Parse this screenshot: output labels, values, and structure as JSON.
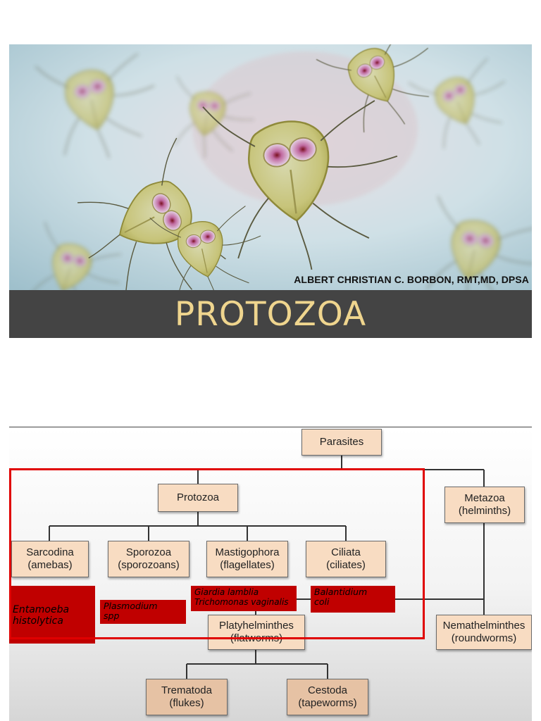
{
  "slide1": {
    "author": "ALBERT CHRISTIAN C. BORBON, RMT,MD, DPSA",
    "title": "PROTOZOA",
    "title_color": "#efd58e",
    "bar_color": "#444444"
  },
  "diagram": {
    "nodes": {
      "parasites": "Parasites",
      "protozoa": "Protozoa",
      "metazoa": "Metazoa\n(helminths)",
      "sarcodina": "Sarcodina\n(amebas)",
      "sporozoa": "Sporozoa\n(sporozoans)",
      "mastigophora": "Mastigophora\n(flagellates)",
      "ciliata": "Ciliata\n(ciliates)",
      "platyhelminthes": "Platyhelminthes\n(flatworms)",
      "nemathelminthes": "Nemathelminthes\n(roundworms)",
      "trematoda": "Trematoda\n(flukes)",
      "cestoda": "Cestoda\n(tapeworms)"
    },
    "examples": {
      "entamoeba": "Entamoeba\nhistolytica",
      "plasmodium": "Plasmodium\nspp",
      "giardia": "Giardia lamblia\nTrichomonas vaginalis",
      "balantidium": "Balantidium\ncoli"
    },
    "highlight_color": "#c00000",
    "frame_color": "#e00000"
  }
}
